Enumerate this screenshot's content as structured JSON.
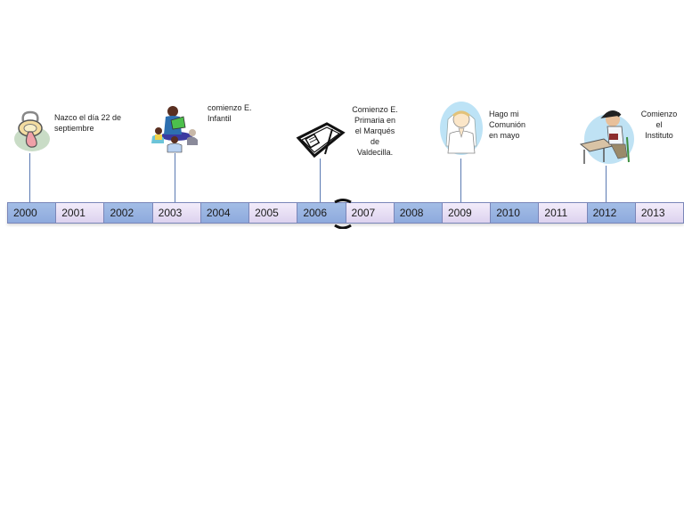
{
  "timeline": {
    "years": [
      {
        "label": "2000",
        "style": "blue"
      },
      {
        "label": "2001",
        "style": "lilac"
      },
      {
        "label": "2002",
        "style": "blue"
      },
      {
        "label": "2003",
        "style": "lilac"
      },
      {
        "label": "2004",
        "style": "blue"
      },
      {
        "label": "2005",
        "style": "lilac"
      },
      {
        "label": "2006",
        "style": "blue"
      },
      {
        "label": "2007",
        "style": "lilac"
      },
      {
        "label": "2008",
        "style": "blue"
      },
      {
        "label": "2009",
        "style": "lilac"
      },
      {
        "label": "2010",
        "style": "blue"
      },
      {
        "label": "2011",
        "style": "lilac"
      },
      {
        "label": "2012",
        "style": "blue"
      },
      {
        "label": "2013",
        "style": "lilac"
      }
    ]
  },
  "events": [
    {
      "year": "2000",
      "text": "Nazco el día 22 de\nseptiembre",
      "icon": "pacifier-icon"
    },
    {
      "year": "2003",
      "text": "comienzo E.\nInfantil",
      "icon": "storytime-children-icon"
    },
    {
      "year": "2006",
      "text": "Comienzo E.\nPrimaria en\nel Marqués\nde\nValdecilla.",
      "icon": "book-pencil-icon"
    },
    {
      "year": "2009",
      "text": "Hago mi\nComunión\nen mayo",
      "icon": "praying-girl-icon"
    },
    {
      "year": "2012",
      "text": "Comienzo\nel\nInstituto",
      "icon": "student-desk-icon"
    }
  ],
  "colors": {
    "blue_cell": "#8eaadd",
    "lilac_cell": "#ddd2ef",
    "connector": "#5b7ab2"
  }
}
